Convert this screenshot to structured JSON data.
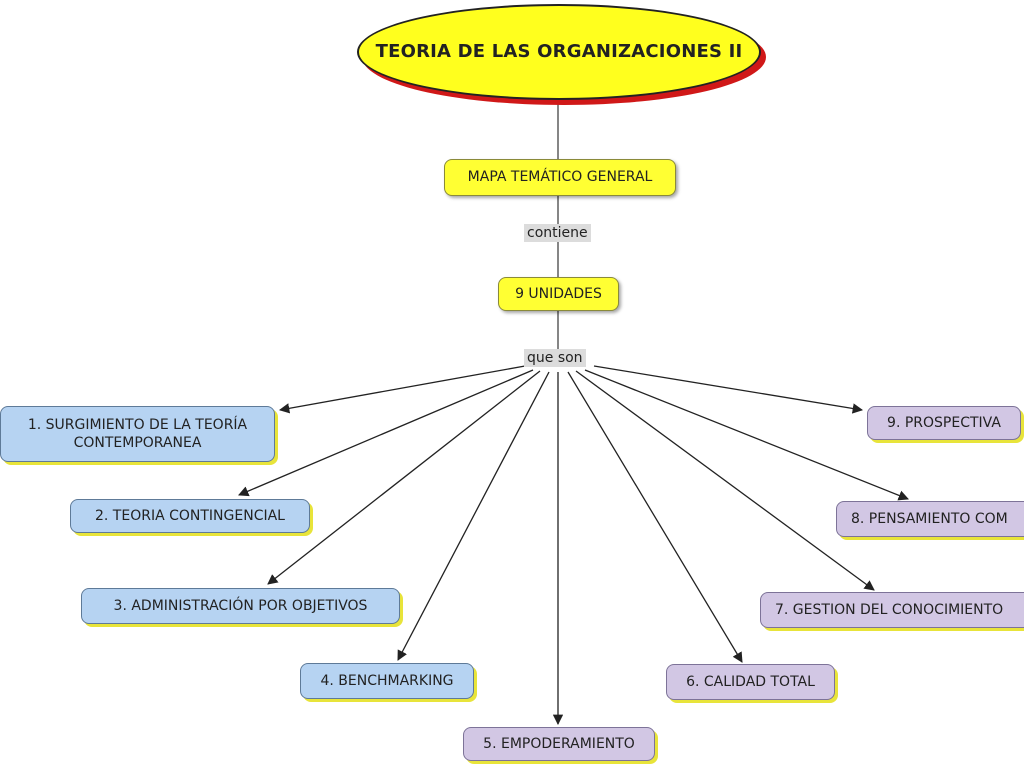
{
  "root": {
    "title": "TEORIA DE LAS ORGANIZACIONES II"
  },
  "concepts": {
    "mapa": "MAPA TEMÁTICO GENERAL",
    "unidades": "9 UNIDADES"
  },
  "links": {
    "contiene": "contiene",
    "que_son": "que son"
  },
  "units": [
    {
      "label": "1. SURGIMIENTO DE LA TEORÍA CONTEMPORANEA"
    },
    {
      "label": "2. TEORIA CONTINGENCIAL"
    },
    {
      "label": "3. ADMINISTRACIÓN POR OBJETIVOS"
    },
    {
      "label": "4. BENCHMARKING"
    },
    {
      "label": "5. EMPODERAMIENTO"
    },
    {
      "label": "6. CALIDAD TOTAL"
    },
    {
      "label": "7. GESTION DEL CONOCIMIENTO"
    },
    {
      "label": "8. PENSAMIENTO COM"
    },
    {
      "label": "9. PROSPECTIVA"
    }
  ],
  "colors": {
    "root_fill": "#ffff1e",
    "root_shadow": "#d01818",
    "concept_fill": "#ffff33",
    "unit_blue": "#b6d3f2",
    "unit_purple": "#d2c7e4",
    "line": "#222222"
  }
}
